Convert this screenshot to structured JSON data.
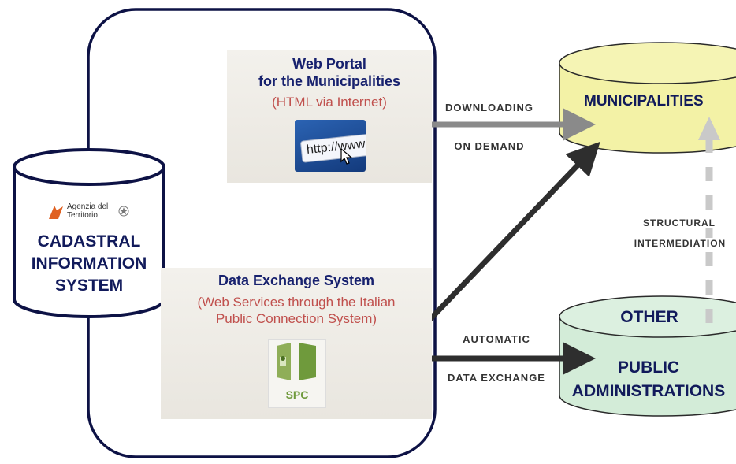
{
  "colors": {
    "frame": "#0d1245",
    "db_left_fill": "#ffffff",
    "db_municipalities_fill": "#f3f2a6",
    "db_other_fill": "#d3ecd8",
    "arrow_dark": "#2e2e2e",
    "arrow_grey": "#8a8a8a",
    "arrow_light": "#c9c9c9",
    "title_blue": "#17216e",
    "subtitle_red": "#c0504d"
  },
  "cadastral": {
    "logo_line1": "Agenzia del",
    "logo_line2": "Territorio",
    "line1": "CADASTRAL",
    "line2": "INFORMATION",
    "line3": "SYSTEM"
  },
  "web_portal": {
    "title_line1": "Web Portal",
    "title_line2": "for the Municipalities",
    "subtitle": "(HTML via Internet)",
    "icon_text": "http://www"
  },
  "data_exchange": {
    "title": "Data Exchange System",
    "subtitle_line1": "(Web Services through the Italian",
    "subtitle_line2": "Public Connection System)",
    "icon_label": "SPC"
  },
  "municipalities": {
    "label": "MUNICIPALITIES"
  },
  "other_pa": {
    "line1": "OTHER",
    "line2": "PUBLIC",
    "line3": "ADMINISTRATIONS"
  },
  "labels": {
    "downloading": "DOWNLOADING",
    "on_demand": "ON DEMAND",
    "automatic": "AUTOMATIC",
    "data_exchange": "DATA EXCHANGE",
    "structural": "STRUCTURAL",
    "intermediation": "INTERMEDIATION"
  }
}
